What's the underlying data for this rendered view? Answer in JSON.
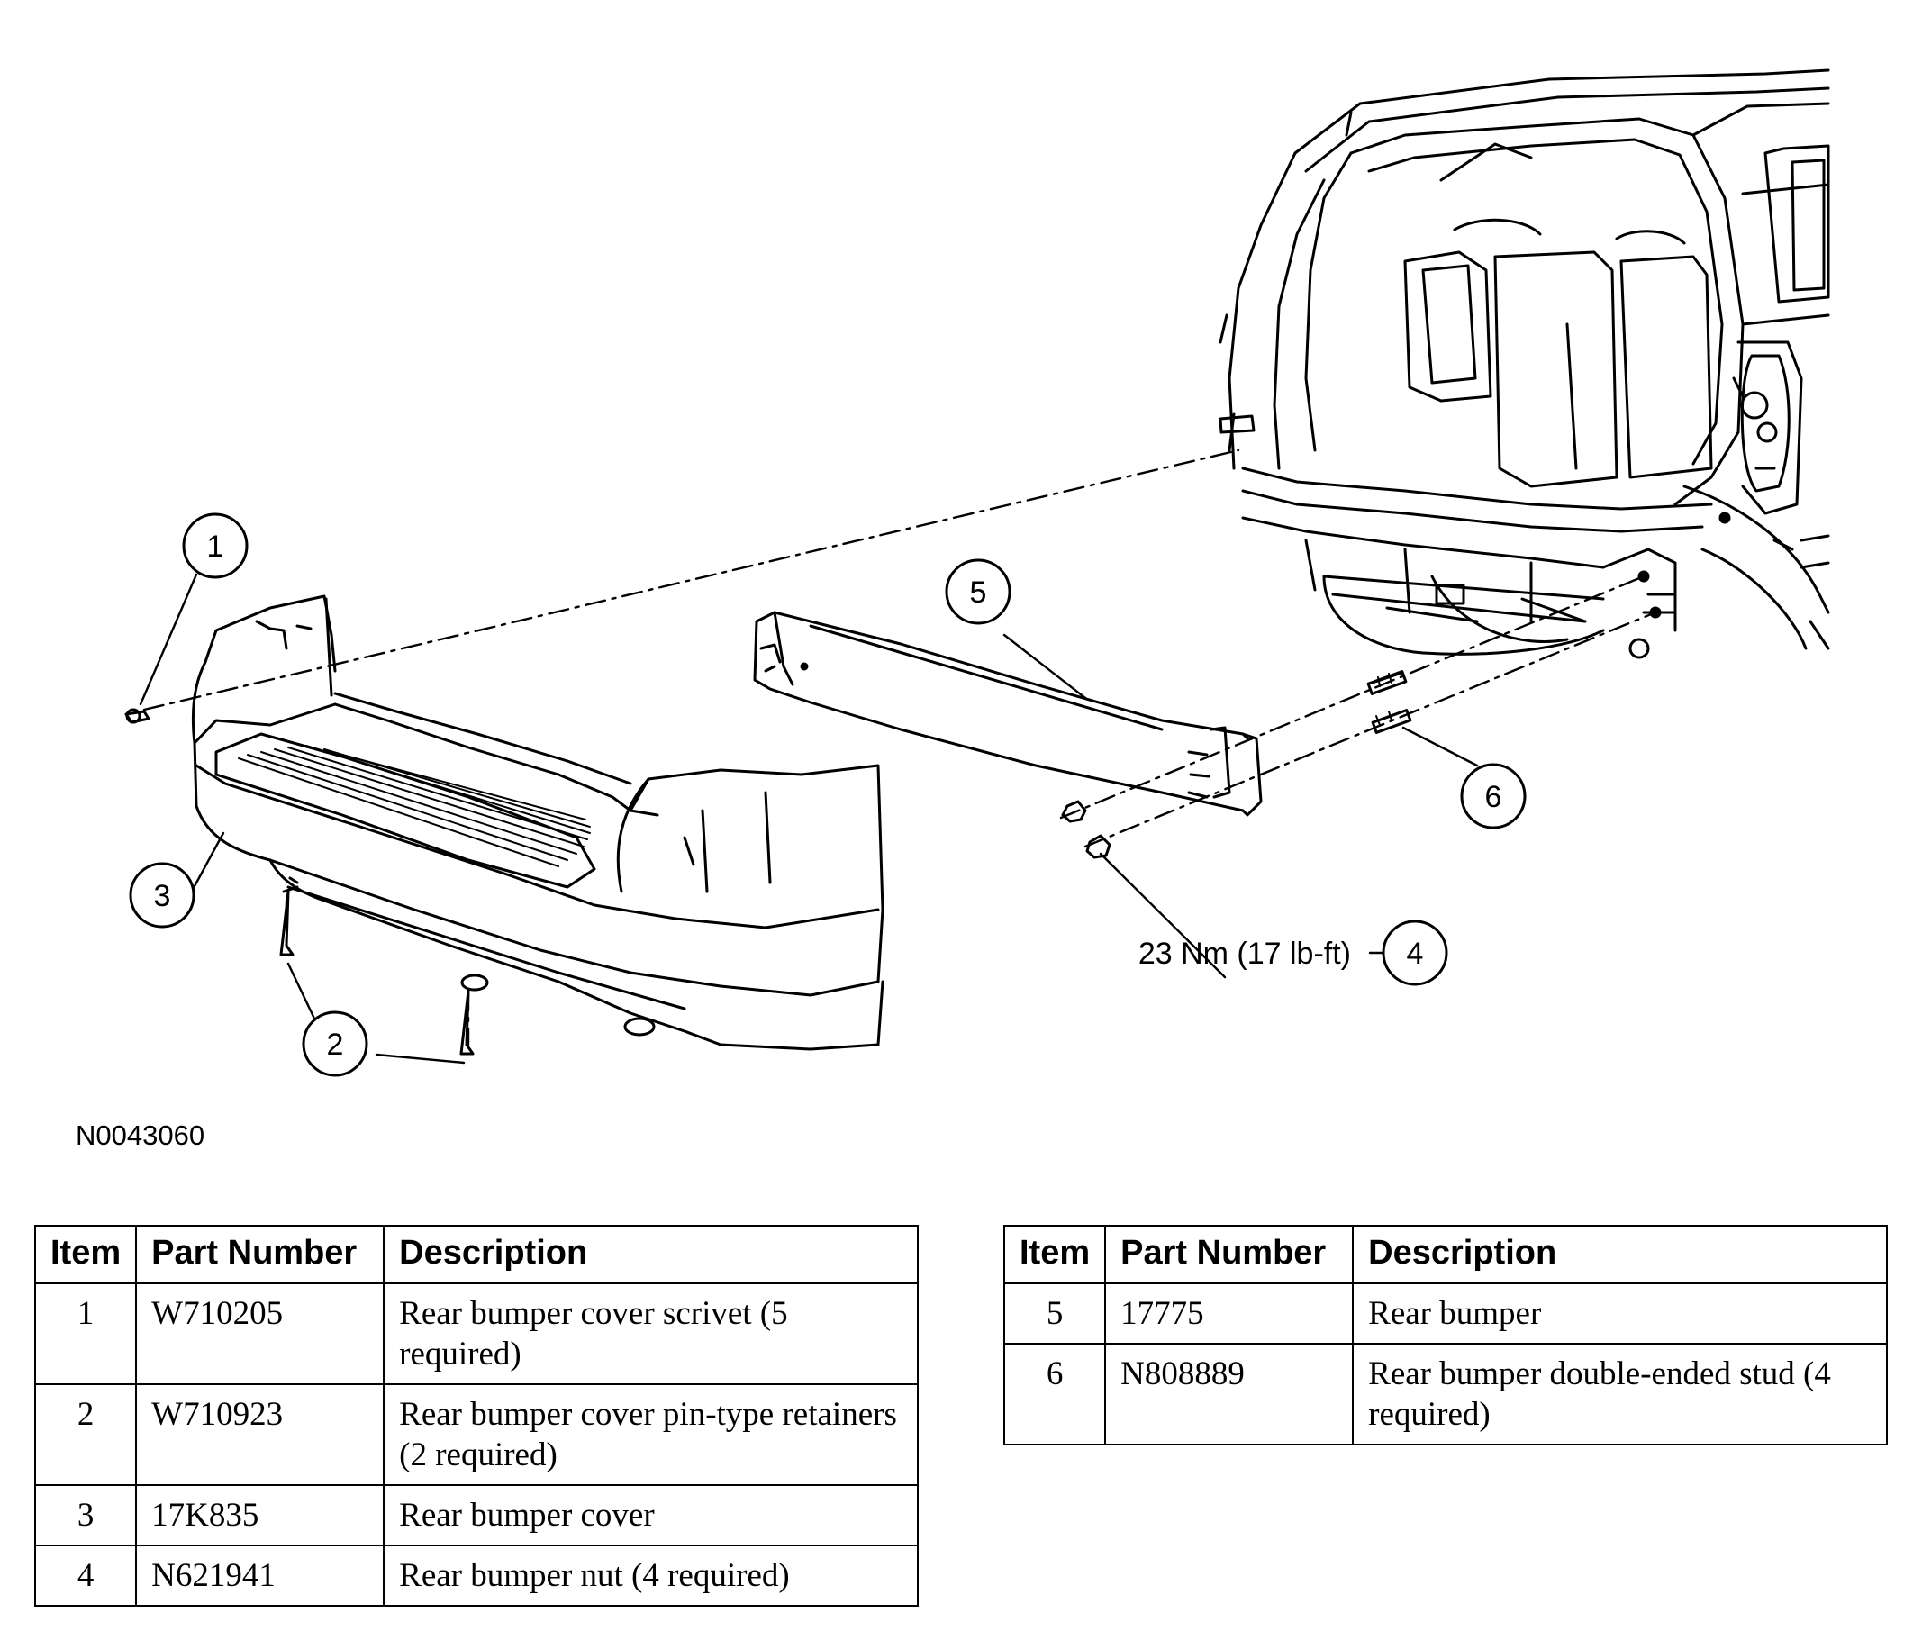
{
  "diagram": {
    "callouts": [
      "1",
      "2",
      "3",
      "4",
      "5",
      "6"
    ],
    "torque_label": "23 Nm (17 lb-ft)",
    "figure_code": "N0043060"
  },
  "tables": [
    {
      "headers": [
        "Item",
        "Part Number",
        "Description"
      ],
      "rows": [
        {
          "item": "1",
          "part": "W710205",
          "desc": "Rear bumper cover scrivet (5 required)"
        },
        {
          "item": "2",
          "part": "W710923",
          "desc": "Rear bumper cover pin-type retainers (2 required)"
        },
        {
          "item": "3",
          "part": "17K835",
          "desc": "Rear bumper cover"
        },
        {
          "item": "4",
          "part": "N621941",
          "desc": "Rear bumper nut (4 required)"
        }
      ]
    },
    {
      "headers": [
        "Item",
        "Part Number",
        "Description"
      ],
      "rows": [
        {
          "item": "5",
          "part": "17775",
          "desc": "Rear bumper"
        },
        {
          "item": "6",
          "part": "N808889",
          "desc": "Rear bumper double-ended stud (4 required)"
        }
      ]
    }
  ]
}
